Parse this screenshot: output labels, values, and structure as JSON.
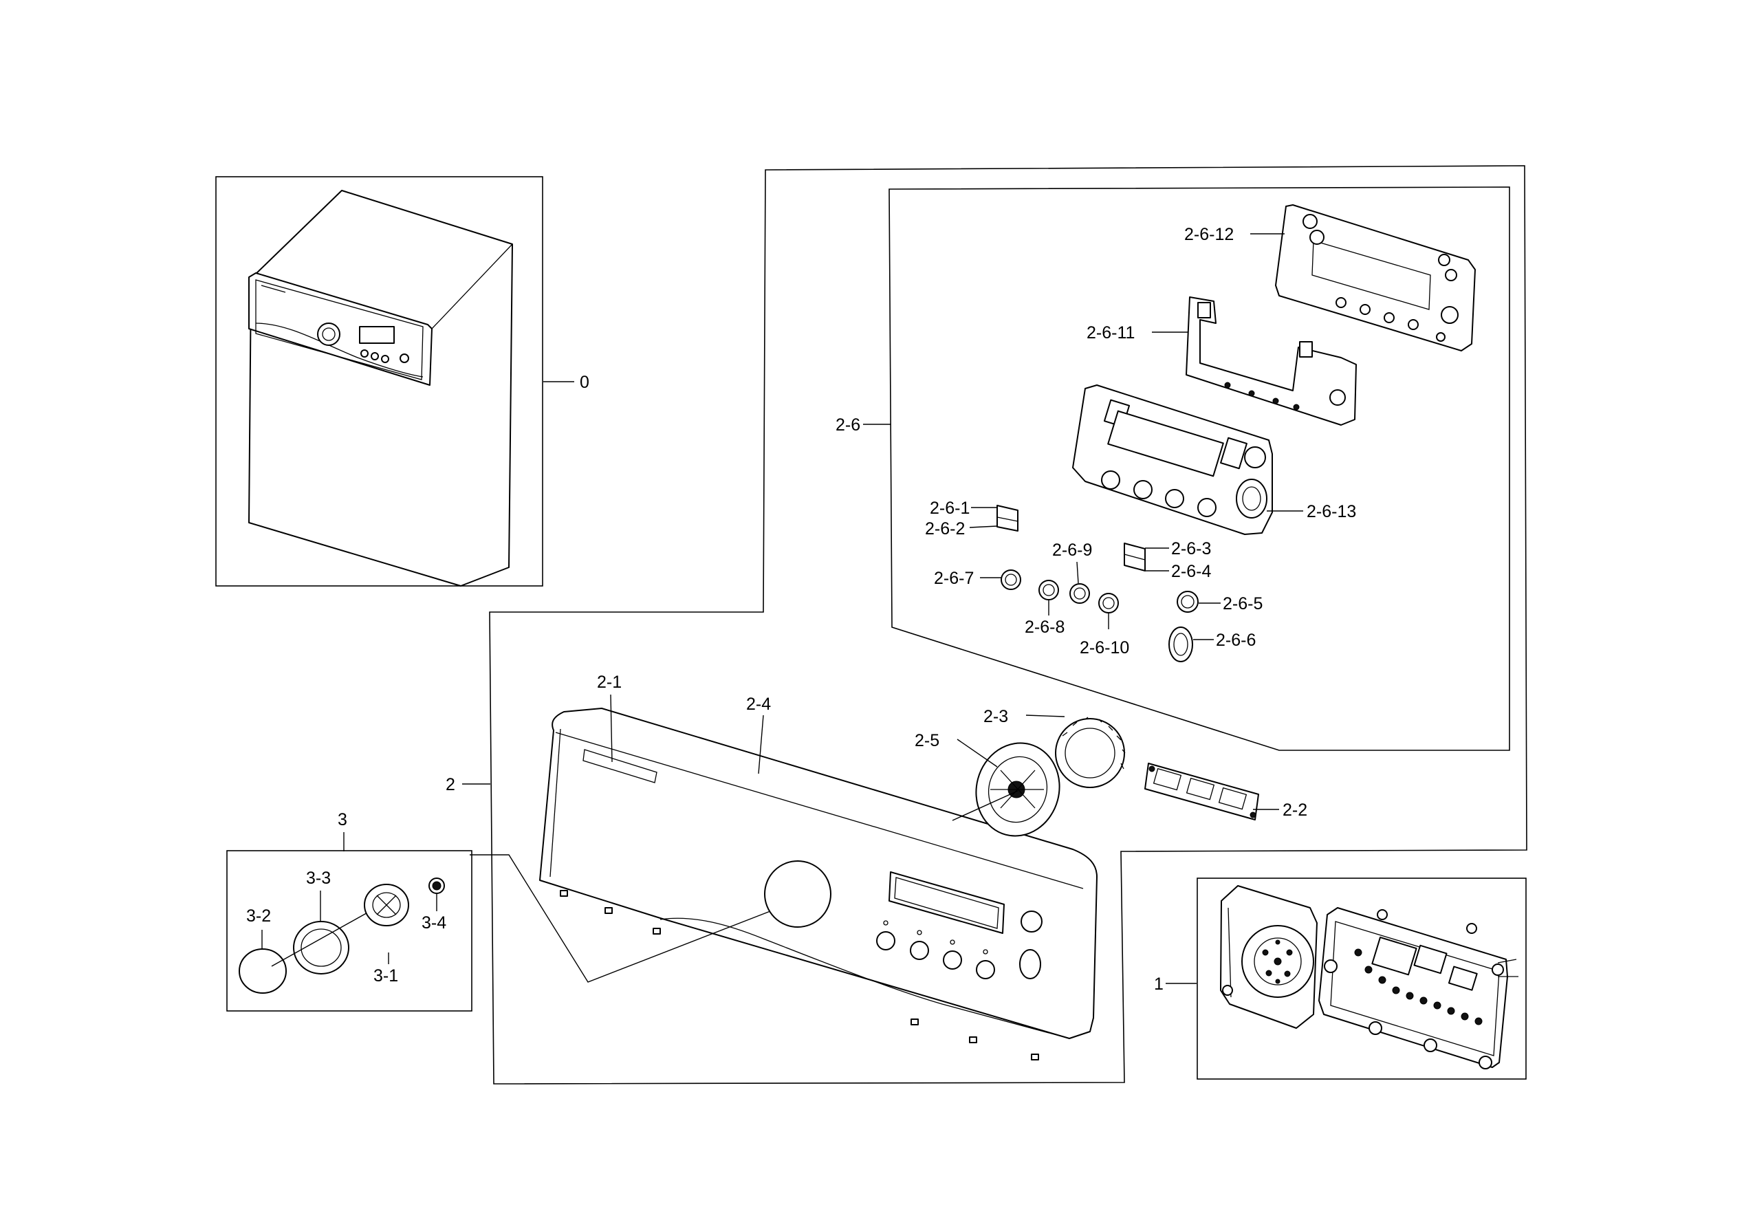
{
  "labels": {
    "l0": "0",
    "l1": "1",
    "l2": "2",
    "l2_1": "2-1",
    "l2_2": "2-2",
    "l2_3": "2-3",
    "l2_4": "2-4",
    "l2_5": "2-5",
    "l2_6": "2-6",
    "l2_6_1": "2-6-1",
    "l2_6_2": "2-6-2",
    "l2_6_3": "2-6-3",
    "l2_6_4": "2-6-4",
    "l2_6_5": "2-6-5",
    "l2_6_6": "2-6-6",
    "l2_6_7": "2-6-7",
    "l2_6_8": "2-6-8",
    "l2_6_9": "2-6-9",
    "l2_6_10": "2-6-10",
    "l2_6_11": "2-6-11",
    "l2_6_12": "2-6-12",
    "l2_6_13": "2-6-13",
    "l3": "3",
    "l3_1": "3-1",
    "l3_2": "3-2",
    "l3_3": "3-3",
    "l3_4": "3-4"
  }
}
